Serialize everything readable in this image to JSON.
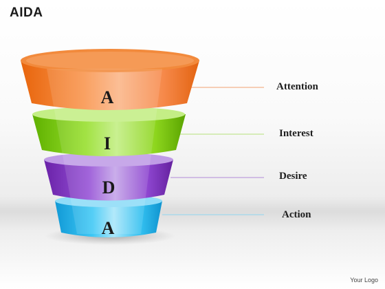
{
  "title": "AIDA",
  "stages": [
    {
      "letter": "A",
      "label": "Attention",
      "color": "#f7872e",
      "line_color": "#f0a070"
    },
    {
      "letter": "I",
      "label": "Interest",
      "color": "#8ed91a",
      "line_color": "#b6e07a"
    },
    {
      "letter": "D",
      "label": "Desire",
      "color": "#8d44d0",
      "line_color": "#b28ad8"
    },
    {
      "letter": "A",
      "label": "Action",
      "color": "#2fc0f2",
      "line_color": "#8fd6f0"
    }
  ],
  "footer": "Your Logo"
}
